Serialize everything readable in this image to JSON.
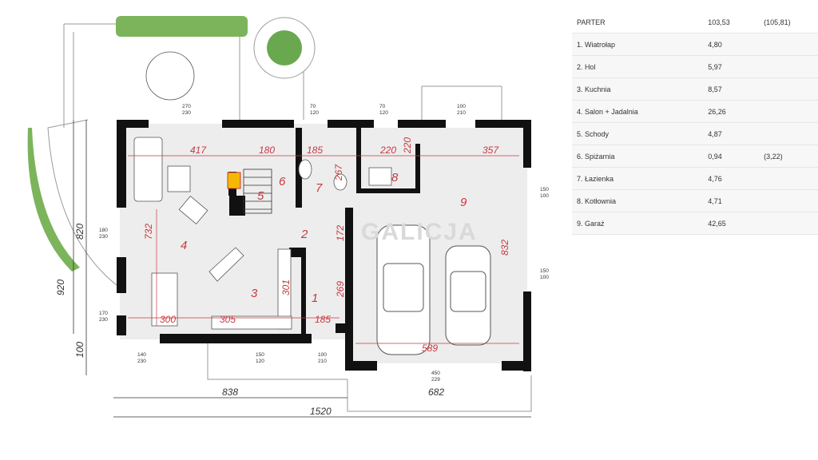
{
  "table": {
    "header": {
      "name": "PARTER",
      "area": "103,53",
      "alt": "(105,81)"
    },
    "rows": [
      {
        "name": "1. Wiatrołap",
        "area": "4,80",
        "alt": ""
      },
      {
        "name": "2. Hol",
        "area": "5,97",
        "alt": ""
      },
      {
        "name": "3. Kuchnia",
        "area": "8,57",
        "alt": ""
      },
      {
        "name": "4. Salon + Jadalnia",
        "area": "26,26",
        "alt": ""
      },
      {
        "name": "5. Schody",
        "area": "4,87",
        "alt": ""
      },
      {
        "name": "6. Spiżarnia",
        "area": "0,94",
        "alt": "(3,22)"
      },
      {
        "name": "7. Łazienka",
        "area": "4,76",
        "alt": ""
      },
      {
        "name": "8. Kotłownia",
        "area": "4,71",
        "alt": ""
      },
      {
        "name": "9. Garaż",
        "area": "42,65",
        "alt": ""
      }
    ]
  },
  "plan": {
    "room_numbers": {
      "r1": "1",
      "r2": "2",
      "r3": "3",
      "r4": "4",
      "r5": "5",
      "r6": "6",
      "r7": "7",
      "r8": "8",
      "r9": "9"
    },
    "dims_red": {
      "d417": "417",
      "d180": "180",
      "d185a": "185",
      "d220a": "220",
      "d220b": "220",
      "d357": "357",
      "d267": "267",
      "d732": "732",
      "d172": "172",
      "d301": "301",
      "d269": "269",
      "d832": "832",
      "d300": "300",
      "d305": "305",
      "d185b": "185",
      "d589": "589"
    },
    "dims_black": {
      "d820": "820",
      "d920": "920",
      "d100": "100",
      "d838": "838",
      "d682": "682",
      "d1520": "1520"
    },
    "windows": {
      "w1a": "270",
      "w1b": "230",
      "w2a": "70",
      "w2b": "120",
      "w3a": "70",
      "w3b": "120",
      "w4a": "100",
      "w4b": "210",
      "w5a": "150",
      "w5b": "100",
      "w6a": "180",
      "w6b": "230",
      "w7a": "150",
      "w7b": "100",
      "w8a": "170",
      "w8b": "230",
      "w9a": "140",
      "w9b": "230",
      "w10a": "150",
      "w10b": "120",
      "w11a": "100",
      "w11b": "210",
      "w12a": "450",
      "w12b": "229"
    },
    "watermark": "GALICJA"
  },
  "colors": {
    "wall": "#111111",
    "floor": "#ededed",
    "red": "#c8383f",
    "plant": "#6aa84f"
  }
}
